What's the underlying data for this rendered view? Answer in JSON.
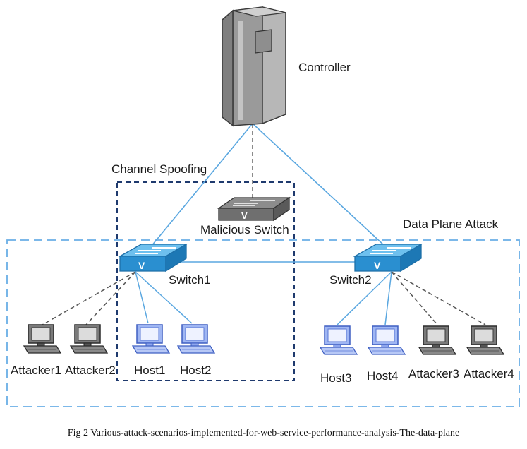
{
  "controller_label": "Controller",
  "channel_spoofing_label": "Channel Spoofing",
  "data_plane_attack_label": "Data Plane Attack",
  "malicious_switch_label": "Malicious Switch",
  "switch1_label": "Switch1",
  "switch2_label": "Switch2",
  "hosts": [
    {
      "label": "Attacker1"
    },
    {
      "label": "Attacker2"
    },
    {
      "label": "Host1"
    },
    {
      "label": "Host2"
    },
    {
      "label": "Host3"
    },
    {
      "label": "Host4"
    },
    {
      "label": "Attacker3"
    },
    {
      "label": "Attacker4"
    }
  ],
  "caption": "Fig 2 Various-attack-scenarios-implemented-for-web-service-performance-analysis-The-data-plane",
  "colors": {
    "link": "#5aa7e0",
    "dashed_link": "#555555",
    "data_plane_box": "#6aaee6",
    "channel_box": "#1f3a6e",
    "switch_top": "#3fa6e0",
    "switch_front": "#2a8fd0",
    "malicious_switch": "#6f6f6f",
    "host_blue": "#8ea6ee",
    "attacker_gray": "#6b6b6b"
  }
}
